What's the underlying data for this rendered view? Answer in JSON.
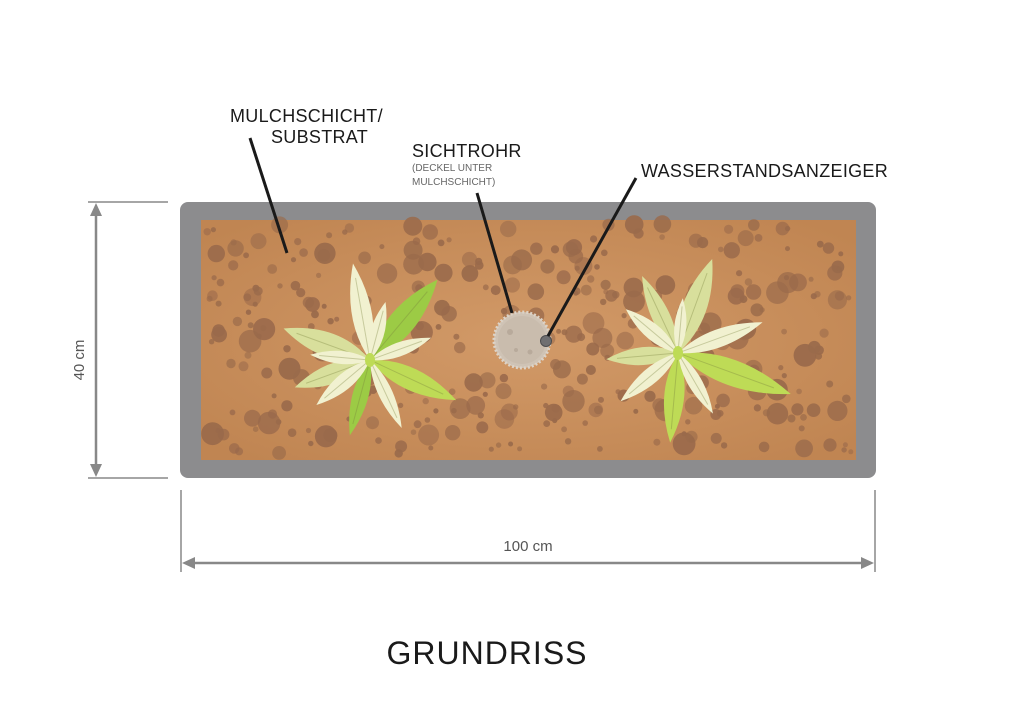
{
  "labels": {
    "mulch_line1": "MULCHSCHICHT/",
    "mulch_line2": "SUBSTRAT",
    "sichtrohr": "SICHTROHR",
    "sichtrohr_note_line1": "(DECKEL UNTER",
    "sichtrohr_note_line2": "MULCHSCHICHT)",
    "wasser": "WASSERSTANDSANZEIGER"
  },
  "dimensions": {
    "height": "40 cm",
    "width": "100 cm"
  },
  "title": "GRUNDRISS",
  "colors": {
    "frame": "#8c8c8e",
    "soil": "#c68c5a",
    "pebble": "#9a6a4b",
    "leaf_cream": "#f1f1d0",
    "leaf_pale": "#d8df9c",
    "leaf_green": "#9ccb45",
    "leaf_lime": "#bedb56",
    "tube": "#cfc3b5",
    "indicator": "#707070",
    "dimension": "#888888"
  }
}
